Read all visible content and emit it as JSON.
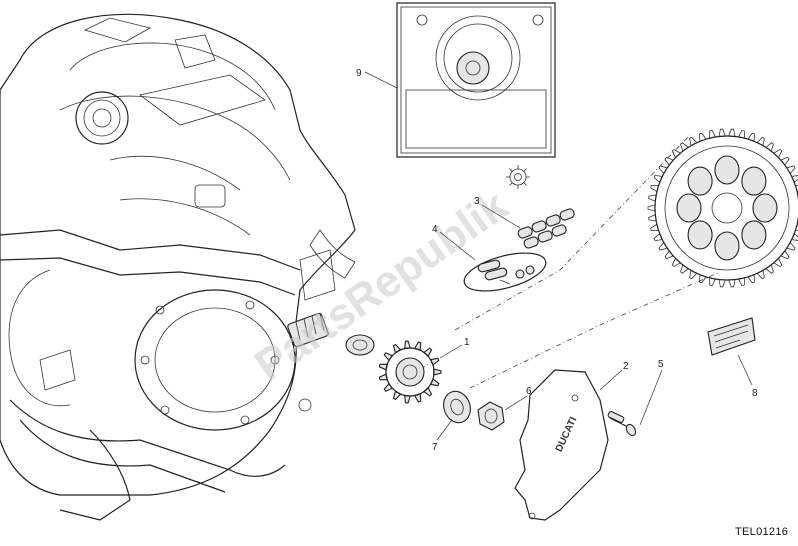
{
  "diagram": {
    "code": "TEL01216",
    "watermark": "PartsRepublik",
    "callouts": [
      {
        "id": "1",
        "label": "1"
      },
      {
        "id": "2",
        "label": "2"
      },
      {
        "id": "3",
        "label": "3"
      },
      {
        "id": "4",
        "label": "4"
      },
      {
        "id": "5",
        "label": "5"
      },
      {
        "id": "6",
        "label": "6"
      },
      {
        "id": "7",
        "label": "7"
      },
      {
        "id": "8",
        "label": "8"
      },
      {
        "id": "9",
        "label": "9"
      }
    ],
    "cover_lettering": "DUCATI"
  }
}
